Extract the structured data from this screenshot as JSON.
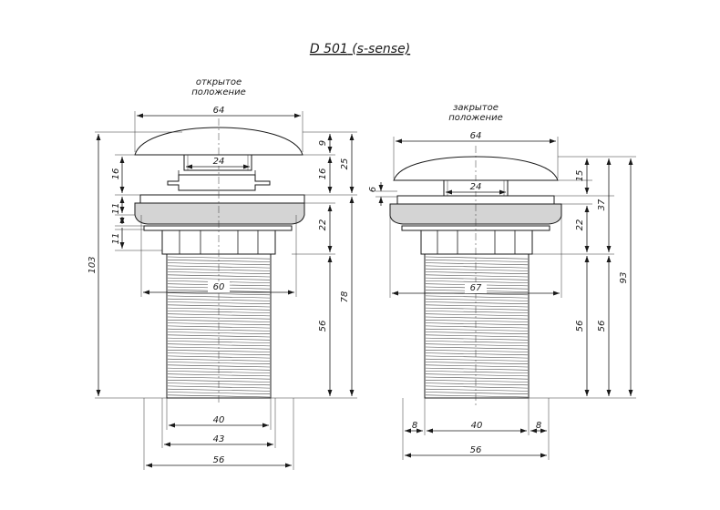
{
  "title": {
    "model": "D 501",
    "variant": "(s-sense)"
  },
  "views": [
    {
      "caption_line1": "открытое",
      "caption_line2": "положение",
      "dims": {
        "cap_width": "64",
        "stem_width": "24",
        "cap_height": "9",
        "gap_height": "16",
        "top_total": "25",
        "left_gap": "16",
        "left_a": "11",
        "left_b": "11",
        "flange_height": "22",
        "overall_height": "103",
        "lower_height": "78",
        "thread_height": "56",
        "flange_width": "60",
        "thread_inner": "40",
        "thread_outer": "43",
        "overall_width": "56"
      }
    },
    {
      "caption_line1": "закрытое",
      "caption_line2": "положение",
      "dims": {
        "cap_width": "64",
        "stem_width": "24",
        "cap_height": "15",
        "left_small": "6",
        "upper_total": "37",
        "flange_height": "22",
        "thread_height": "56",
        "thread_height_outer": "56",
        "overall_height": "93",
        "flange_width": "67",
        "thread_inner": "40",
        "side_left": "8",
        "side_right": "8",
        "overall_width": "56"
      }
    }
  ]
}
